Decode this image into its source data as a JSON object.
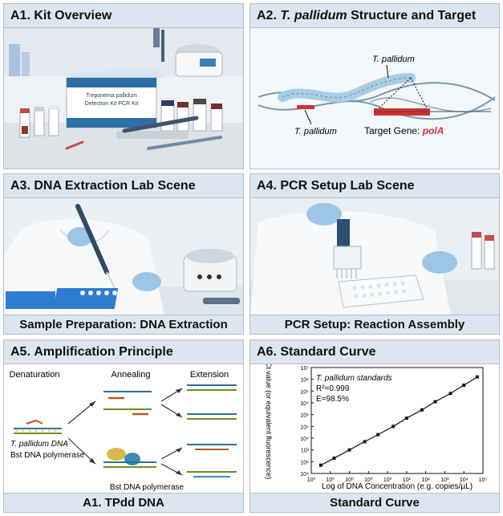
{
  "panels": {
    "a1": {
      "label": "A1.",
      "title": "Kit Overview",
      "box_label_line1": "Treponema pallidum",
      "box_label_line2": "Detection Kit PCR Kit"
    },
    "a2": {
      "label": "A2.",
      "title_italic": "T. pallidum",
      "title_rest": "Structure and Target",
      "organism_label_top": "T. pallidum",
      "organism_label_bottom": "T. pallidum",
      "target_prefix": "Target Gene: ",
      "target_gene": "polA"
    },
    "a3": {
      "label": "A3.",
      "title": "DNA Extraction Lab Scene",
      "caption": "Sample Preparation: DNA Extraction"
    },
    "a4": {
      "label": "A4.",
      "title": "PCR Setup Lab Scene",
      "caption": "PCR Setup: Reaction Assembly"
    },
    "a5": {
      "label": "A5.",
      "title": "Amplification Principle",
      "steps": [
        "Denaturation",
        "Annealing",
        "Extension"
      ],
      "dna_label": "T. pallidum DNA",
      "enzyme_label": "Bst DNA polymerase",
      "enzyme_label_bottom": "Bst DNA polymerase",
      "caption": "A1. TPdd DNA"
    },
    "a6": {
      "label": "A6.",
      "title": "Standard Curve",
      "caption": "Standard Curve"
    }
  },
  "chart_data": {
    "type": "line",
    "x_scale": "log",
    "y_scale": "log",
    "legend_title": "T. pallidum standards",
    "r2_text": "R²=0.999",
    "eff_text": "E=98.5%",
    "xlabel": "Log of DNA Concentration (e.g. copies/µL)",
    "ylabel": "Ct value (or equivalent fluorescence)",
    "x_ticks": [
      "10⁰",
      "10⁰",
      "10⁰",
      "10⁰",
      "10⁰",
      "10¹",
      "10²",
      "10³",
      "10⁴",
      "10⁵"
    ],
    "y_ticks": [
      "10⁷",
      "10⁶",
      "10⁵",
      "10⁴",
      "10⁶",
      "10⁵",
      "10⁴",
      "10³",
      "10⁶",
      "10⁴"
    ],
    "x_range": [
      0,
      9
    ],
    "y_range": [
      0,
      9
    ],
    "x": [
      0.5,
      1.2,
      2.0,
      2.8,
      3.5,
      4.3,
      5.0,
      5.8,
      6.5,
      7.3,
      8.0,
      8.7
    ],
    "y": [
      0.7,
      1.3,
      2.0,
      2.7,
      3.3,
      4.0,
      4.7,
      5.4,
      6.1,
      6.8,
      7.5,
      8.2
    ],
    "grid": false,
    "legend_position": "top-left"
  }
}
